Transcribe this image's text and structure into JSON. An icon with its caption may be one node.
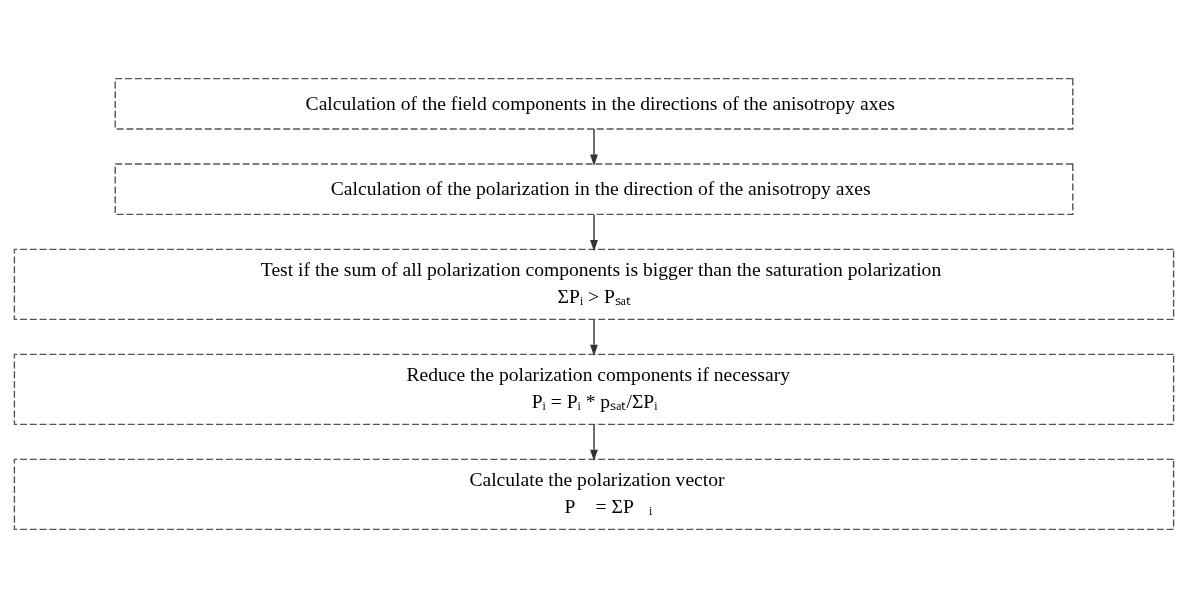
{
  "diagram": {
    "nodes": [
      {
        "text": [
          "Calculation of the field components in the directions of the anisotropy axes"
        ]
      },
      {
        "text": [
          "Calculation of the polarization in the direction of the anisotropy axes"
        ]
      },
      {
        "text": [
          "Test if the sum of all polarization components is bigger than the saturation polarization",
          "ΣPᵢ > Pₛₐₜ"
        ]
      },
      {
        "text": [
          "Reduce the polarization components if necessary",
          "Pᵢ = Pᵢ * pₛₐₜ/ΣPᵢ"
        ]
      },
      {
        "text": [
          "Calculate the polarization vector",
          "P⃗ = ΣP⃗ᵢ"
        ]
      }
    ],
    "edges": [
      {
        "from": 0,
        "to": 1,
        "arrow": "to"
      },
      {
        "from": 1,
        "to": 2,
        "arrow": "to"
      },
      {
        "from": 2,
        "to": 3,
        "arrow": "to"
      },
      {
        "from": 3,
        "to": 4,
        "arrow": "to"
      }
    ]
  }
}
